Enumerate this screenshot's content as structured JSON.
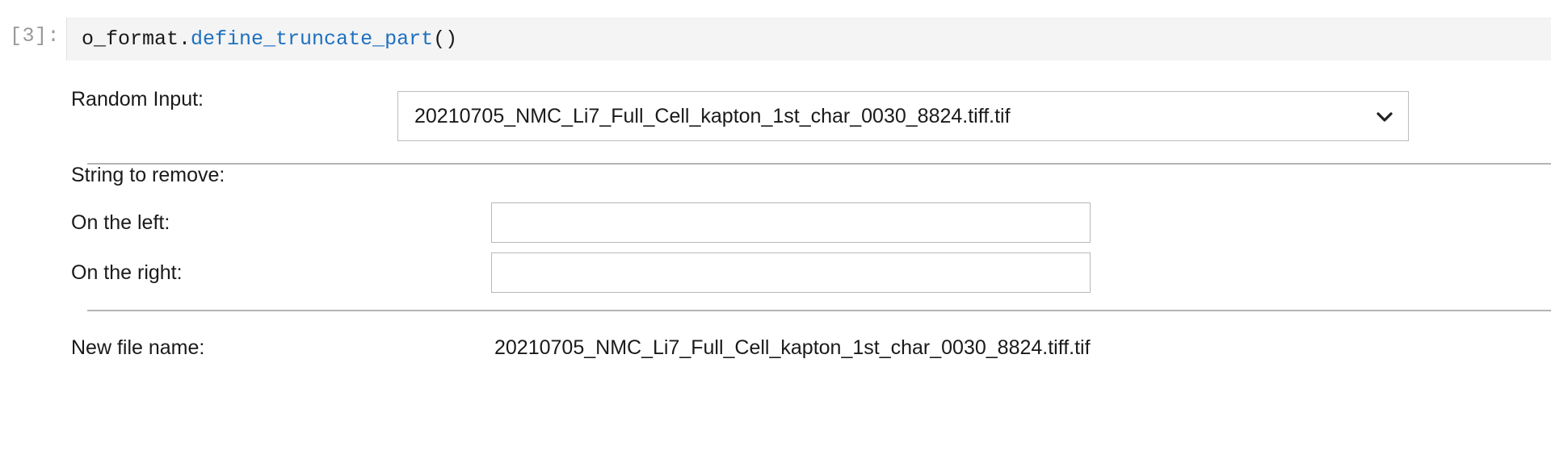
{
  "notebook": {
    "cell": {
      "prompt": "[3]:",
      "code_object": "o_format.",
      "code_function": "define_truncate_part",
      "code_parens": "()"
    }
  },
  "widgets": {
    "random_input": {
      "label": "Random Input:",
      "selected_value": "20210705_NMC_Li7_Full_Cell_kapton_1st_char_0030_8824.tiff.tif",
      "arrow_icon": "chevron-down-icon"
    },
    "string_to_remove": {
      "section_label": "String to remove:",
      "left": {
        "label": "On the left:",
        "value": "",
        "placeholder": ""
      },
      "right": {
        "label": "On the right:",
        "value": "",
        "placeholder": ""
      }
    },
    "new_file_name": {
      "label": "New file name:",
      "value": "20210705_NMC_Li7_Full_Cell_kapton_1st_char_0030_8824.tiff.tif"
    }
  },
  "colors": {
    "code_function": "#1e70bf",
    "code_plain": "#1a1a1a",
    "cell_background": "#f4f4f4",
    "prompt": "#999999",
    "border": "#bdbdbd",
    "divider": "#b4b4b4"
  }
}
